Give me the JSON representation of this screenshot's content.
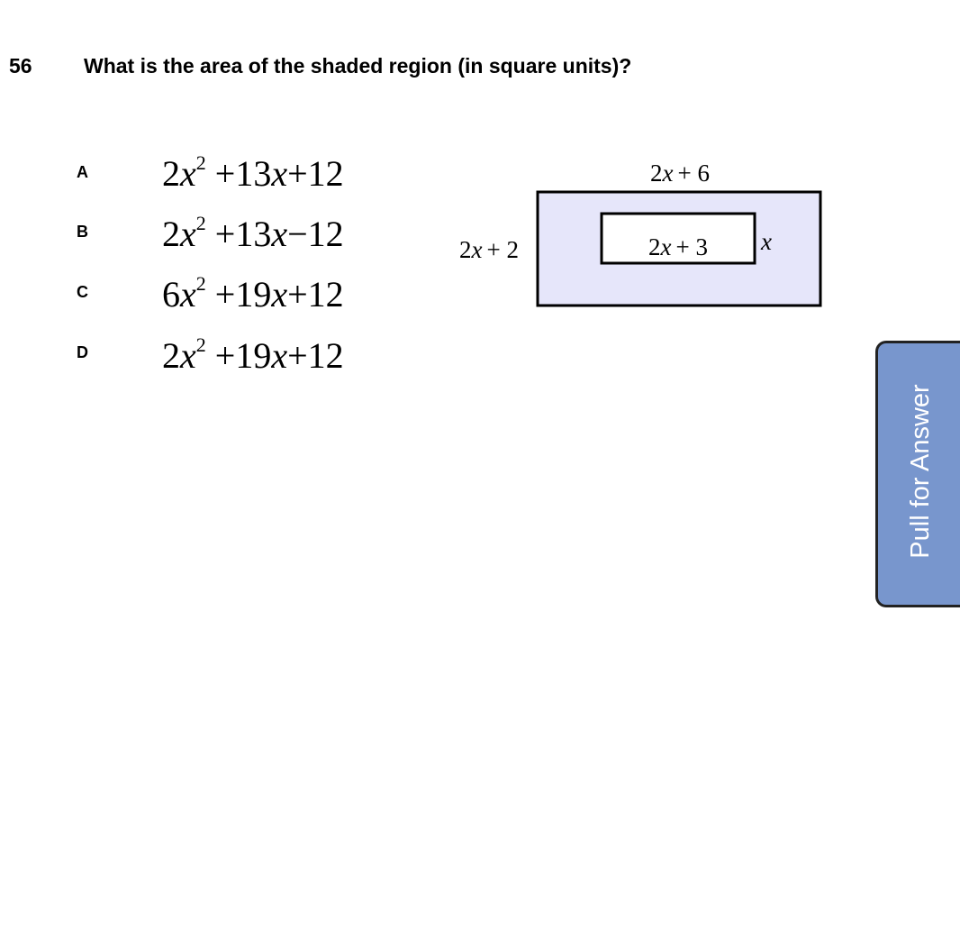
{
  "question": {
    "number": "56",
    "text": "What is the area of the shaded region (in square units)?"
  },
  "choices": [
    {
      "letter": "A",
      "coef": "2",
      "mid": "+13",
      "end": "+12"
    },
    {
      "letter": "B",
      "coef": "2",
      "mid": "+13",
      "end": "−12"
    },
    {
      "letter": "C",
      "coef": "6",
      "mid": "+19",
      "end": "+12"
    },
    {
      "letter": "D",
      "coef": "2",
      "mid": "+19",
      "end": "+12"
    }
  ],
  "diagram": {
    "outer_width_coef": "2",
    "outer_width_const": "+ 6",
    "outer_height_coef": "2",
    "outer_height_const": "+ 2",
    "inner_width_coef": "2",
    "inner_width_const": "+ 3",
    "inner_height_var": "x",
    "variable": "x",
    "shade_color": "#e6e6fa",
    "stroke_color": "#000000"
  },
  "pull_tab": {
    "label": "Pull for Answer",
    "color": "#7896cd"
  }
}
